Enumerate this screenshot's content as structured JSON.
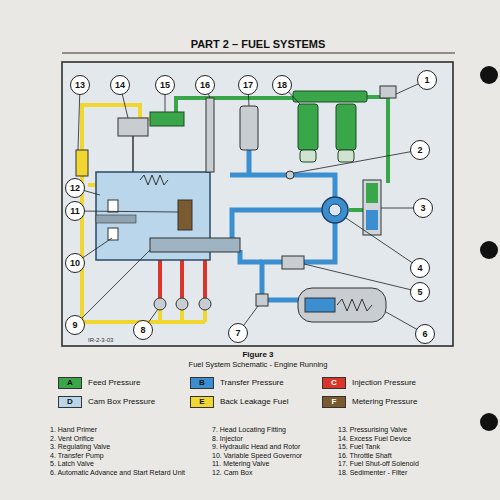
{
  "diagram": {
    "title": "PART 2 – FUEL SYSTEMS",
    "caption": "Figure 3",
    "labels": [
      "1",
      "2",
      "3",
      "4",
      "5",
      "6",
      "7",
      "8",
      "9",
      "10",
      "11",
      "12",
      "13",
      "14",
      "15",
      "16",
      "17",
      "18",
      "IR-2-3-03",
      "Fuel System Schematic - Engine Running",
      "A",
      "B",
      "C",
      "D",
      "E",
      "F",
      "1. Hand Primer",
      "2. Vent Orifice",
      "3. Regulating Valve",
      "4. Transfer Pump",
      "5. Latch Valve",
      "6. Automatic Advance and Start Retard Unit",
      "7. Head Locating Fitting",
      "8. Injector",
      "9. Hydraulic Head and Rotor",
      "10. Variable Speed Governor",
      "11. Metering Valve",
      "12. Cam Box",
      "13. Pressurising Valve",
      "14. Excess Fuel Device",
      "15. Fuel Tank",
      "16. Throttle Shaft",
      "17. Fuel Shut-off Solenoid",
      "18. Sedimenter - Filter"
    ],
    "legend": [
      {
        "text": "Feed Pressure",
        "color": "#3aa64a"
      },
      {
        "text": "Transfer Pressure",
        "color": "#3b8fd0"
      },
      {
        "text": "Injection Pressure",
        "color": "#d9362b"
      },
      {
        "text": "Cam Box Pressure",
        "color": "#b9d6ea"
      },
      {
        "text": "Back Leakage Fuel",
        "color": "#f2d630"
      },
      {
        "text": "Metering Pressure",
        "color": "#7a5a2e"
      }
    ]
  }
}
